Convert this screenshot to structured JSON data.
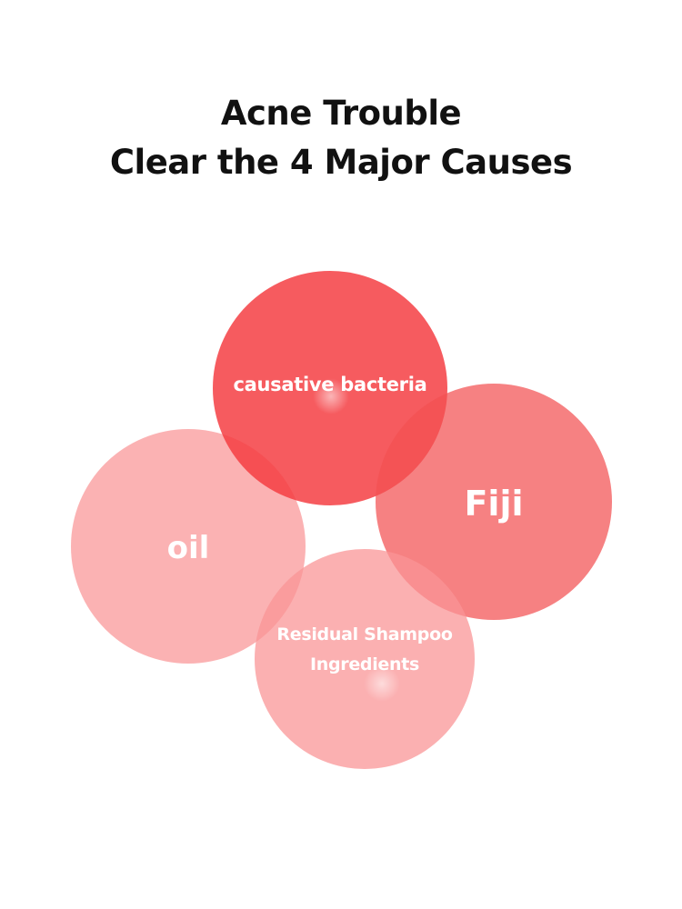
{
  "title": {
    "line1": "Acne Trouble",
    "line2": "Clear the 4 Major Causes"
  },
  "causes": [
    {
      "label": "causative bacteria",
      "color": "#F43B40"
    },
    {
      "label": "Fiji",
      "color": "#F25052"
    },
    {
      "label": "oil",
      "color": "#FA9496"
    },
    {
      "label_line1": "Residual Shampoo",
      "label_line2": "Ingredients",
      "color": "#FA9496"
    }
  ]
}
